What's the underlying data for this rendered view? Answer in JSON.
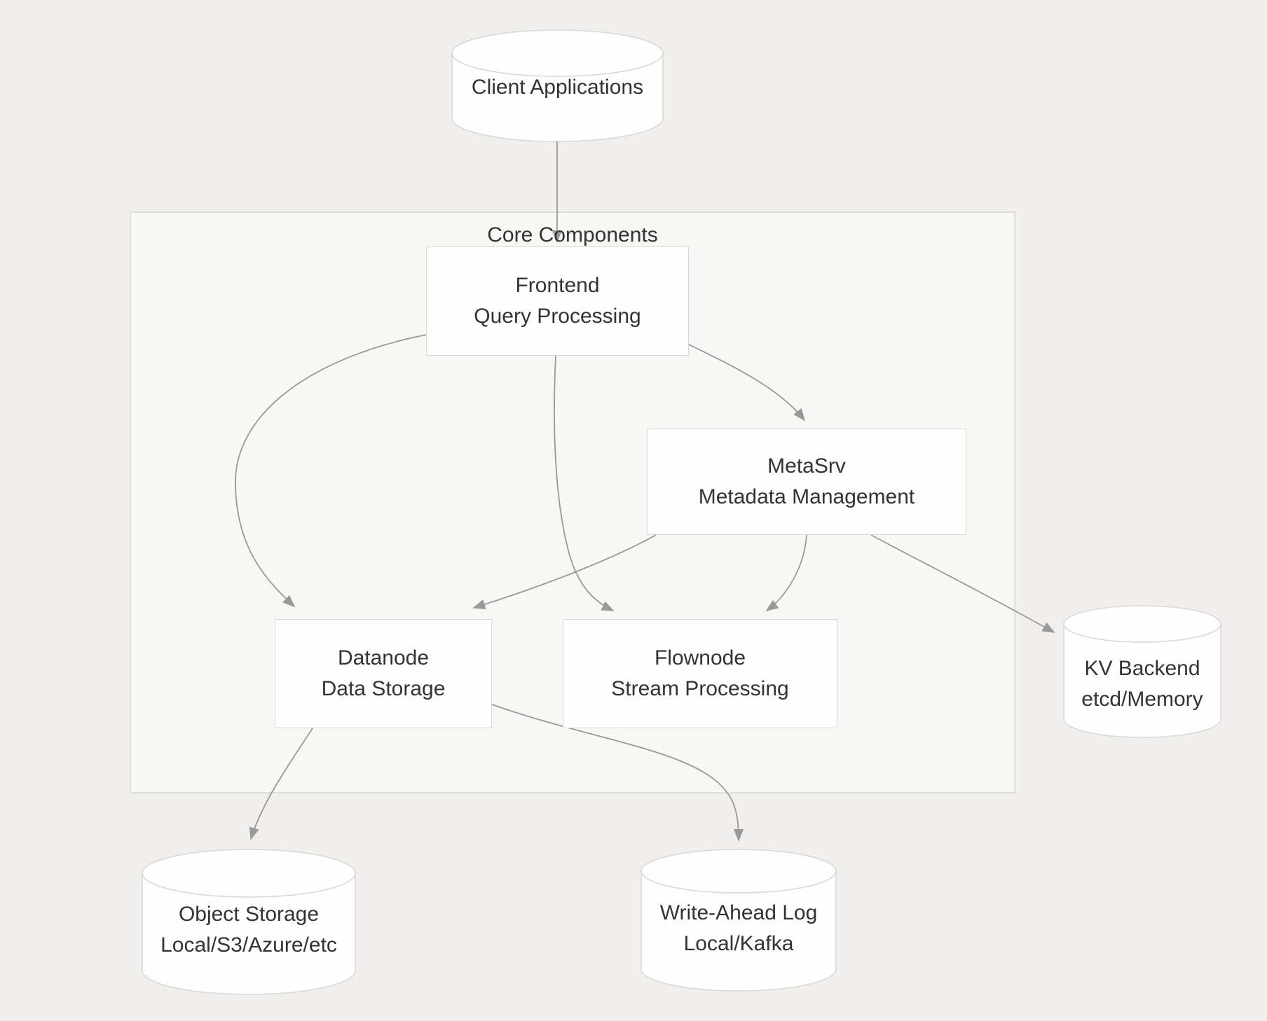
{
  "diagram": {
    "container_label": "Core Components",
    "nodes": {
      "client": {
        "line1": "Client Applications",
        "line2": ""
      },
      "frontend": {
        "line1": "Frontend",
        "line2": "Query Processing"
      },
      "metasrv": {
        "line1": "MetaSrv",
        "line2": "Metadata Management"
      },
      "datanode": {
        "line1": "Datanode",
        "line2": "Data Storage"
      },
      "flownode": {
        "line1": "Flownode",
        "line2": "Stream Processing"
      },
      "kv": {
        "line1": "KV Backend",
        "line2": "etcd/Memory"
      },
      "objectstore": {
        "line1": "Object Storage",
        "line2": "Local/S3/Azure/etc"
      },
      "wal": {
        "line1": "Write-Ahead Log",
        "line2": "Local/Kafka"
      }
    },
    "edges": [
      {
        "from": "client",
        "to": "frontend"
      },
      {
        "from": "frontend",
        "to": "metasrv"
      },
      {
        "from": "frontend",
        "to": "datanode"
      },
      {
        "from": "frontend",
        "to": "flownode"
      },
      {
        "from": "metasrv",
        "to": "datanode"
      },
      {
        "from": "metasrv",
        "to": "flownode"
      },
      {
        "from": "metasrv",
        "to": "kv"
      },
      {
        "from": "datanode",
        "to": "objectstore"
      },
      {
        "from": "datanode",
        "to": "wal"
      }
    ],
    "theme": {
      "background": "#f0efed",
      "container_bg": "#f7f7f5",
      "container_border": "#d8d8d6",
      "node_fill": "#fefefe",
      "node_border": "#d9d9d7",
      "edge_color": "#999999",
      "text_color": "#333333"
    }
  }
}
